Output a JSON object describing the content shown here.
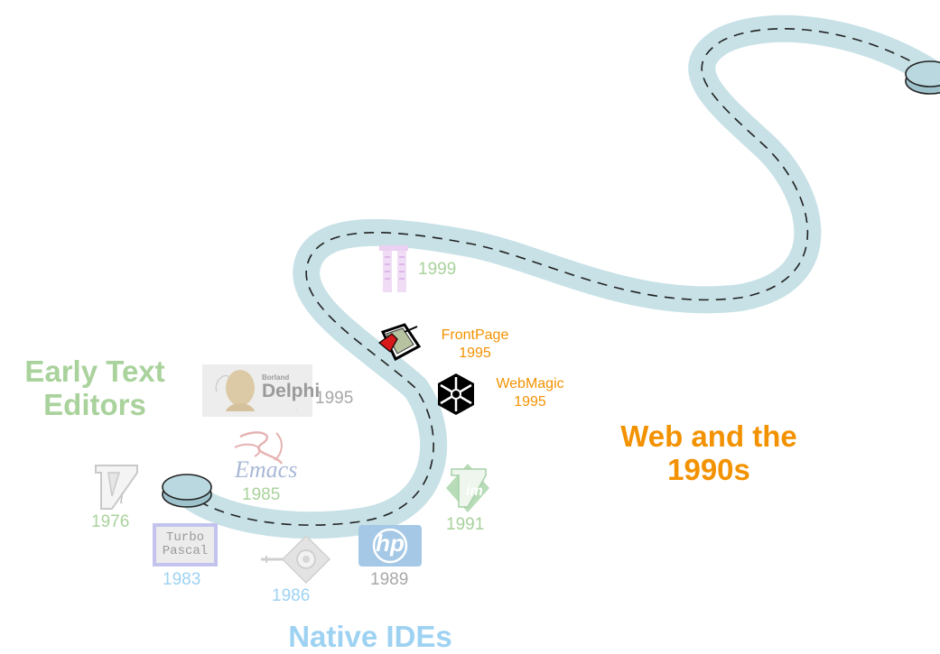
{
  "colors": {
    "road": "#c7e1e6",
    "road_dash": "#222222",
    "disc_fill": "#b9d8df",
    "early_text": "#a9d29c",
    "native_ides": "#9ed2f2",
    "web": "#f39200",
    "grey": "#a8a8a8",
    "pink": "#e7c7ef"
  },
  "sections": {
    "early_text_editors": "Early Text Editors",
    "native_ides": "Native IDEs",
    "web_and_1990s": "Web and the 1990s"
  },
  "milestones": [
    {
      "icon": "vi-icon",
      "year": "1976"
    },
    {
      "icon": "turbo-pascal-icon",
      "logo_line1": "Turbo",
      "logo_line2": "Pascal",
      "year": "1983"
    },
    {
      "icon": "emacs-icon",
      "logo_text": "Emacs",
      "year": "1985"
    },
    {
      "icon": "wrench-tool-icon",
      "year": "1986"
    },
    {
      "icon": "hp-icon",
      "logo_text": "hp",
      "year": "1989"
    },
    {
      "icon": "vim-icon",
      "logo_text": "im",
      "year": "1991"
    },
    {
      "icon": "delphi-icon",
      "logo_brand": "Borland",
      "logo_text": "Delphi",
      "year": "1995"
    },
    {
      "icon": "frontpage-icon",
      "name": "FrontPage",
      "year": "1995"
    },
    {
      "icon": "webmagic-icon",
      "name": "WebMagic",
      "year": "1995"
    },
    {
      "icon": "text-editor-icon",
      "year": "1999"
    }
  ]
}
